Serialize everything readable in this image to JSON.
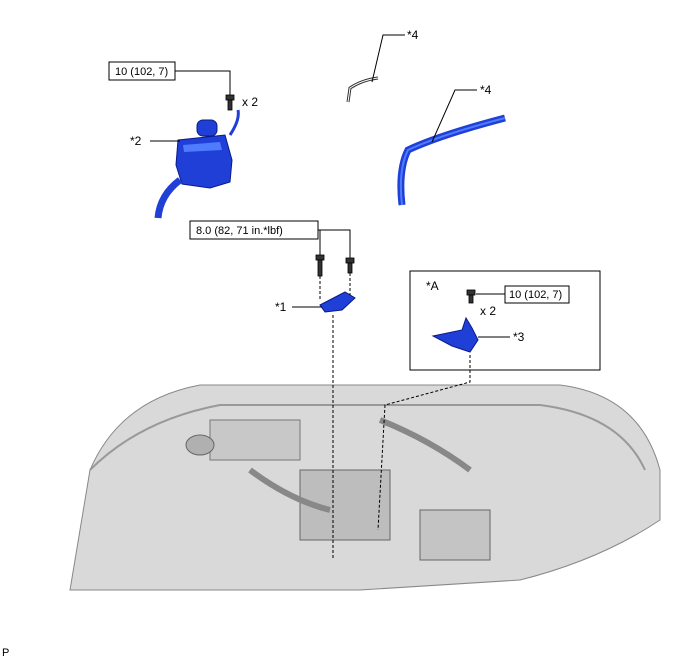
{
  "torques": {
    "reservoir_bolts": "10 (102, 7)",
    "bracket_bolts": "8.0 (82, 71 in.*lbf)",
    "inset_bolts": "10 (102, 7)"
  },
  "quantities": {
    "reservoir_qty": "x 2",
    "inset_qty": "x 2"
  },
  "callouts": {
    "c1": "*1",
    "c2": "*2",
    "c3": "*3",
    "c4a": "*4",
    "c4b": "*4",
    "inset": "*A"
  },
  "footer_mark": "P",
  "colors": {
    "part": "#1f3fd6",
    "engine": "#d9d9d9"
  }
}
